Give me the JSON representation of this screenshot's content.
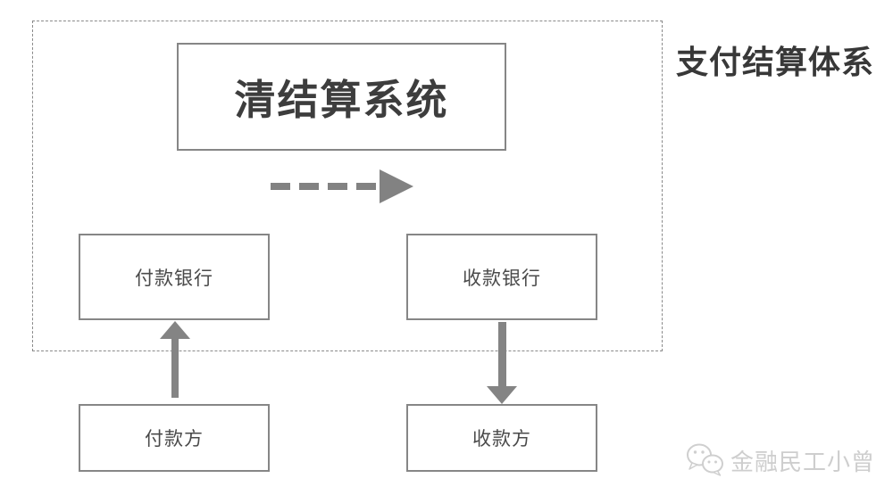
{
  "diagram": {
    "title": "支付结算体系",
    "nodes": {
      "clearing_system": "清结算系统",
      "paying_bank": "付款银行",
      "receiving_bank": "收款银行",
      "payer": "付款方",
      "payee": "收款方"
    },
    "arrows": [
      {
        "from": "clearing_system",
        "to": "right",
        "style": "dashed",
        "direction": "right"
      },
      {
        "from": "payer",
        "to": "paying_bank",
        "style": "solid",
        "direction": "up"
      },
      {
        "from": "receiving_bank",
        "to": "payee",
        "style": "solid",
        "direction": "down"
      }
    ],
    "colors": {
      "box_border": "#868686",
      "boundary_border": "#8a8a8a",
      "arrow": "#828282",
      "title_text": "#383838",
      "node_text": "#4a4a4a",
      "watermark_text": "#cecece"
    },
    "watermark": {
      "icon": "wechat-icon",
      "label": "金融民工小曾"
    }
  }
}
